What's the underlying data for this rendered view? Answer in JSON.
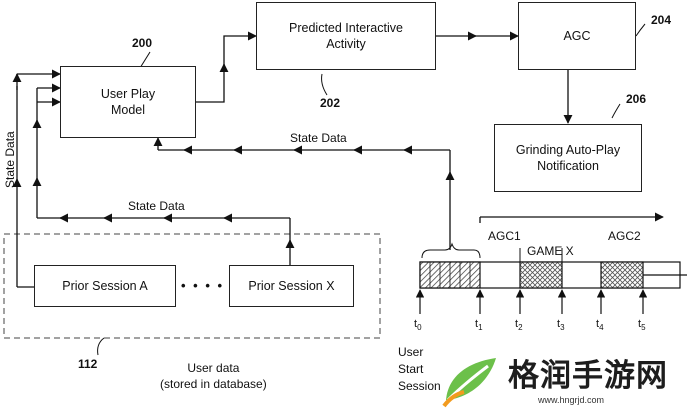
{
  "boxes": {
    "user_play_model": "User Play\nModel",
    "predicted_interactive_activity": "Predicted Interactive\nActivity",
    "agc": "AGC",
    "grinding_auto_play_notification": "Grinding Auto-Play\nNotification",
    "prior_session_a": "Prior Session A",
    "prior_session_x": "Prior Session X"
  },
  "refs": {
    "user_play_model": "200",
    "predicted_interactive_activity": "202",
    "agc": "204",
    "grinding_auto_play_notification": "206",
    "user_data": "112"
  },
  "labels": {
    "state_data_upper": "State Data",
    "state_data_lower": "State Data",
    "state_data_vertical": "State Data",
    "ellipsis": "• • • •",
    "user_data": "User data\n(stored in database)",
    "agc1": "AGC1",
    "game_x": "GAME X",
    "agc2": "AGC2",
    "user_start_session": "User\nStart\nSession"
  },
  "timeline": {
    "ticks": [
      {
        "base": "t",
        "sub": "0"
      },
      {
        "base": "t",
        "sub": "1"
      },
      {
        "base": "t",
        "sub": "2"
      },
      {
        "base": "t",
        "sub": "3"
      },
      {
        "base": "t",
        "sub": "4"
      },
      {
        "base": "t",
        "sub": "5"
      }
    ]
  },
  "watermark": {
    "text": "格润手游网",
    "url": "www.hngrjd.com"
  }
}
